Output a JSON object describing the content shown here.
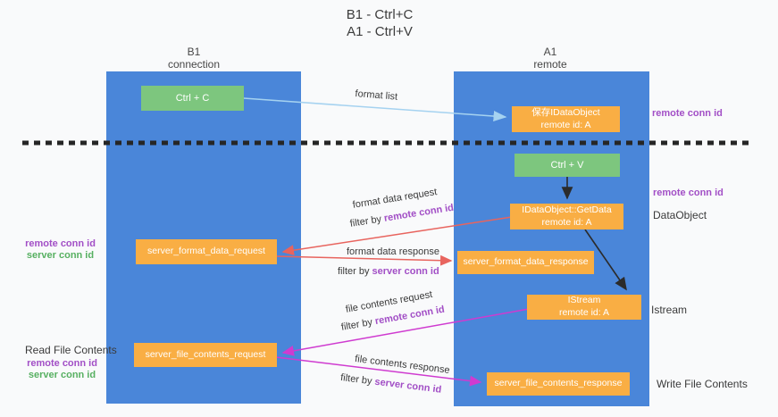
{
  "title": {
    "line1": "B1 - Ctrl+C",
    "line2": "A1 - Ctrl+V"
  },
  "lanes": {
    "left": {
      "title": "B1",
      "subtitle": "connection"
    },
    "right": {
      "title": "A1",
      "subtitle": "remote"
    }
  },
  "nodes": {
    "ctrl_c": {
      "label": "Ctrl + C"
    },
    "ctrl_v": {
      "label": "Ctrl + V"
    },
    "save_dataobject": {
      "line1": "保存IDataObject",
      "line2": "remote id: A"
    },
    "getdata": {
      "line1": "IDataObject::GetData",
      "line2": "remote id: A"
    },
    "istream": {
      "line1": "IStream",
      "line2": "remote id: A"
    },
    "server_format_data_request": {
      "label": "server_format_data_request"
    },
    "server_format_data_response": {
      "label": "server_format_data_response"
    },
    "server_file_contents_request": {
      "label": "server_file_contents_request"
    },
    "server_file_contents_response": {
      "label": "server_file_contents_response"
    }
  },
  "edge_labels": {
    "format_list": "format list",
    "format_data_request": "format data request",
    "format_data_request_filter_prefix": "filter by ",
    "format_data_request_filter_key": "remote conn id",
    "format_data_response": "format data response",
    "format_data_response_filter_prefix": "filter by ",
    "format_data_response_filter_key": "server conn id",
    "file_contents_request": "file contents request",
    "file_contents_request_filter_prefix": "filter by ",
    "file_contents_request_filter_key": "remote conn id",
    "file_contents_response": "file contents response",
    "file_contents_response_filter_prefix": "filter by ",
    "file_contents_response_filter_key": "server conn id"
  },
  "side_labels": {
    "remote_conn_id_top": "remote conn id",
    "remote_conn_id_mid": "remote conn id",
    "dataobject": "DataObject",
    "istream": "Istream",
    "write_file_contents": "Write File Contents",
    "read_file_contents": "Read File Contents",
    "format_pair": {
      "remote": "remote conn id",
      "server": "server conn id"
    },
    "file_pair": {
      "remote": "remote conn id",
      "server": "server conn id"
    }
  },
  "colors": {
    "lane_blue": "#4a86d9",
    "box_orange": "#f9ae44",
    "box_green": "#7dc67e",
    "accent_purple": "#a24fc6",
    "accent_green": "#57b061",
    "arrow_red": "#e8645e",
    "arrow_magenta": "#cf3bd0",
    "arrow_light_blue": "#a5d2f0",
    "arrow_black": "#2b2b2b"
  }
}
